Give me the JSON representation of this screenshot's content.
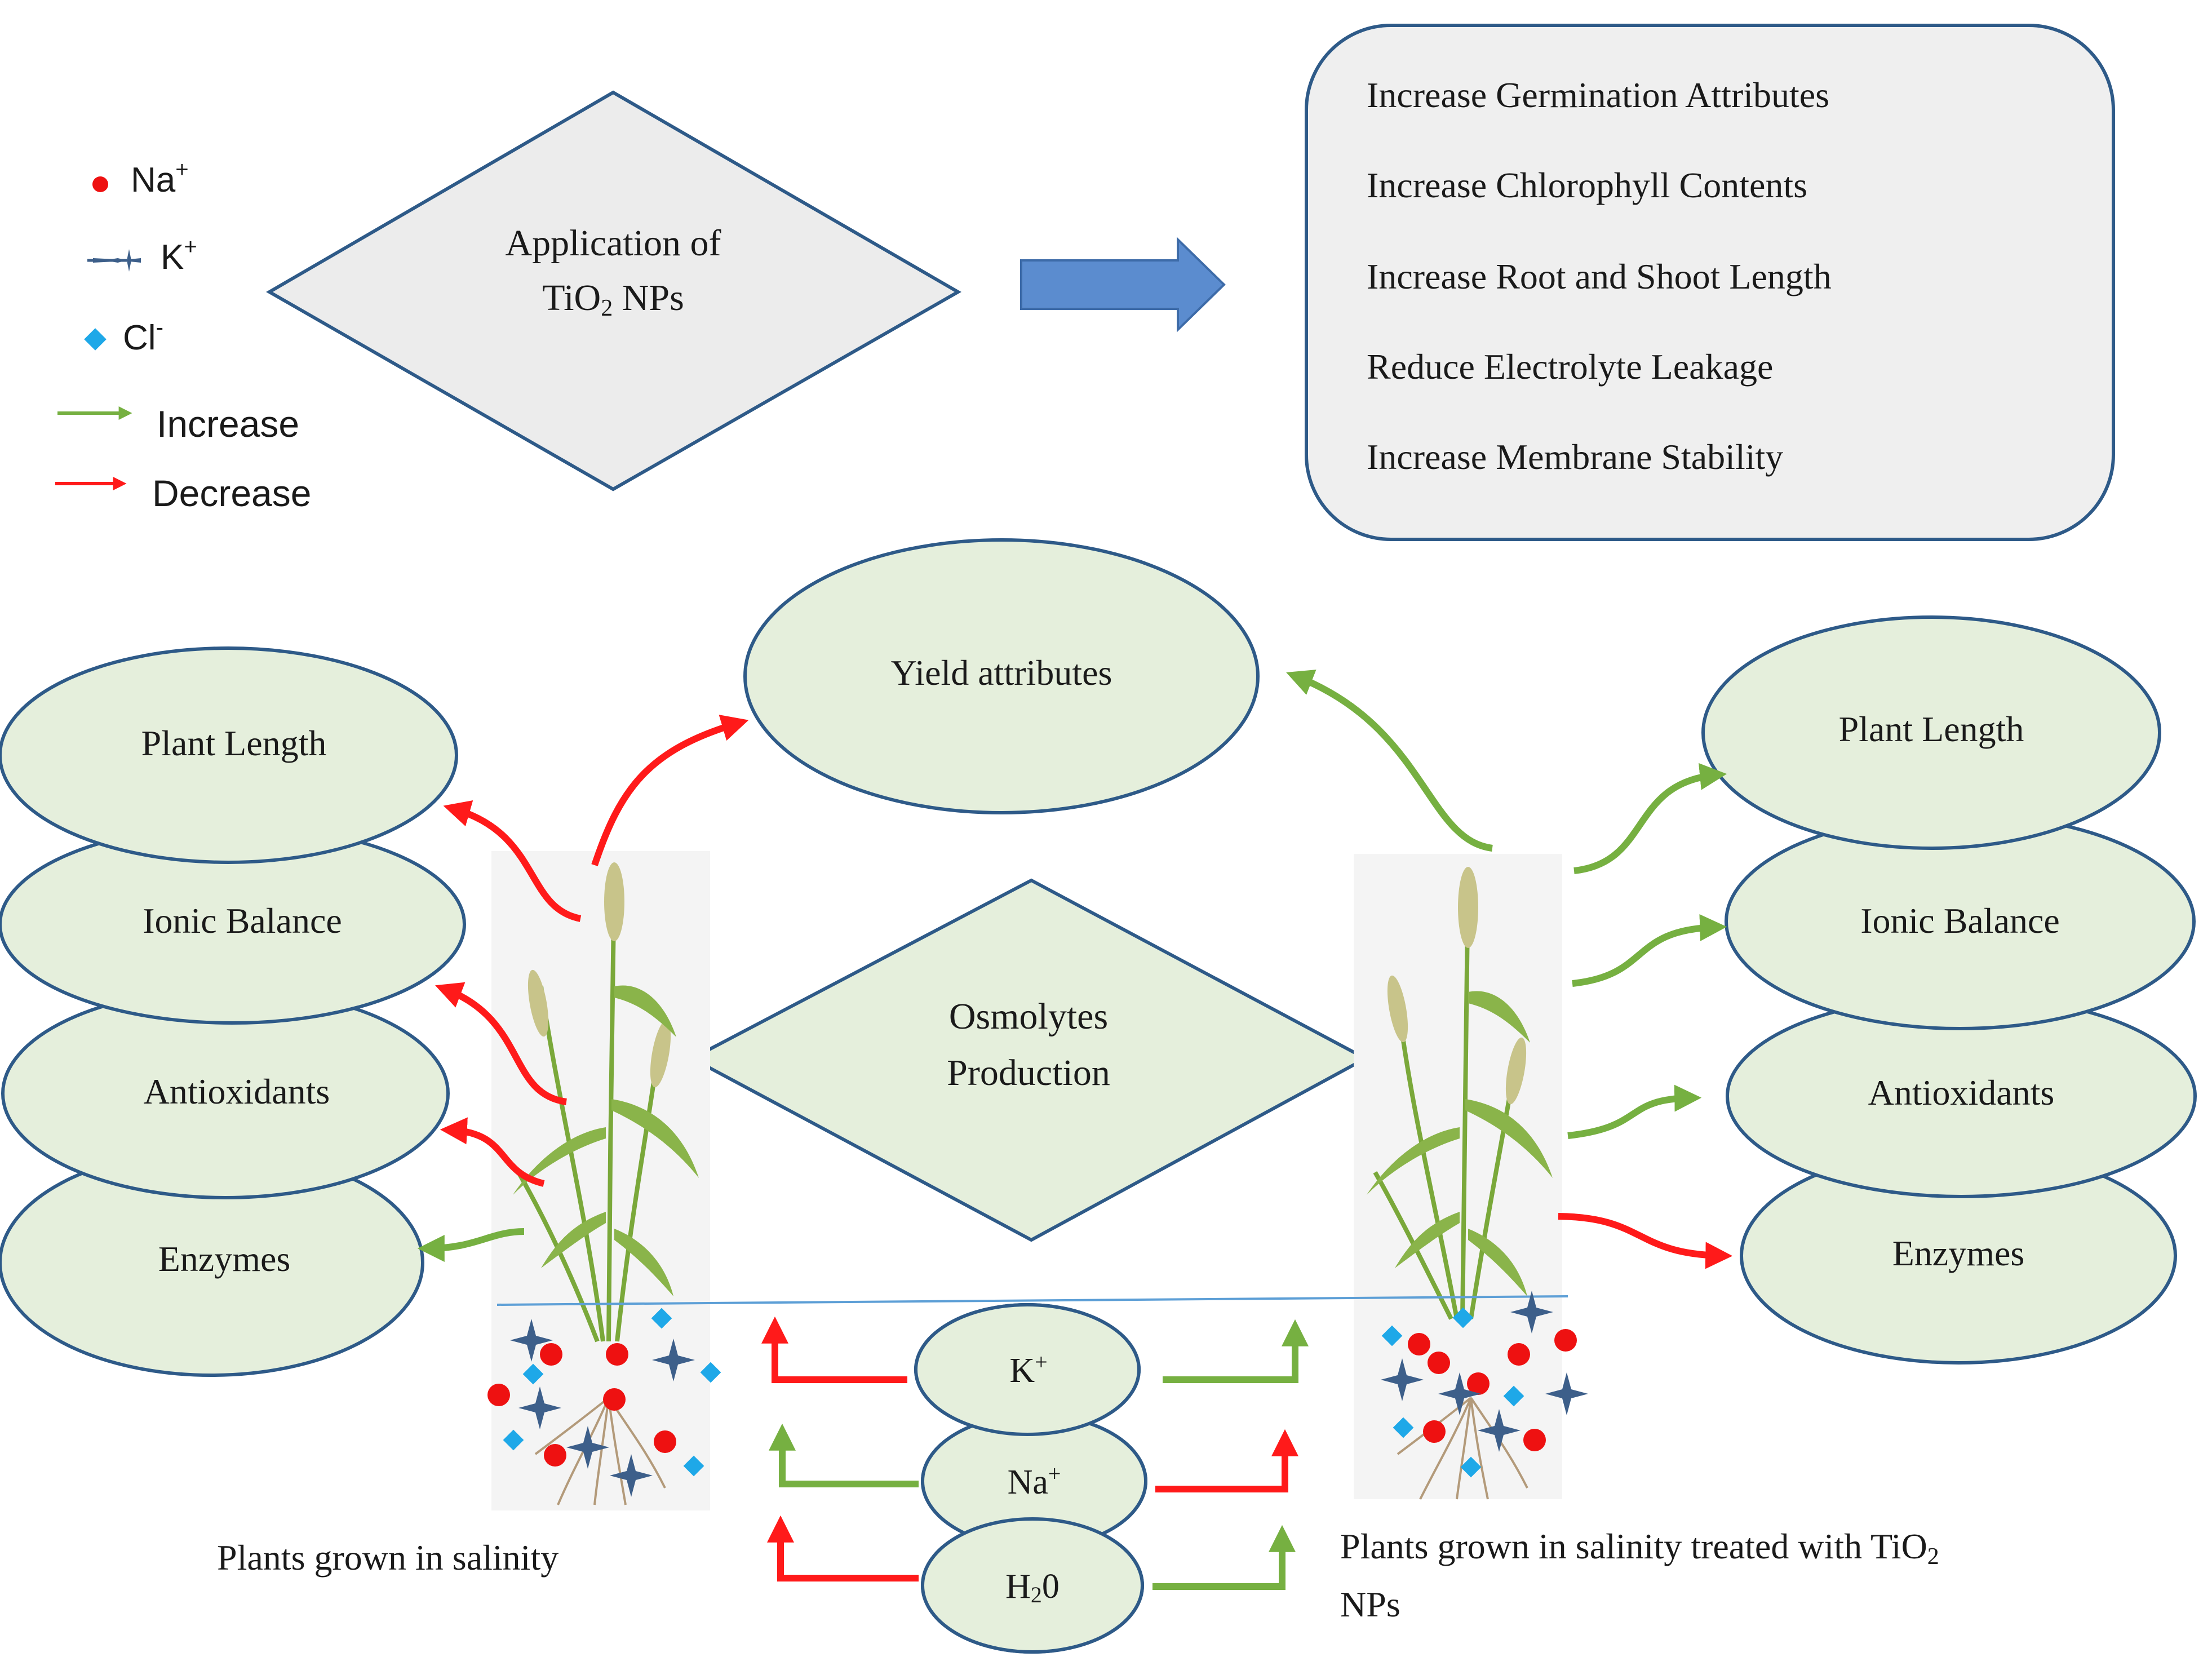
{
  "legend": {
    "na_label": "Na",
    "na_sup": "+",
    "k_label": "K",
    "k_sup": "+",
    "cl_label": "Cl",
    "cl_sup": "-",
    "increase_label": "Increase",
    "decrease_label": "Decrease",
    "colors": {
      "na": "#ee1111",
      "k": "#3d5f8a",
      "cl": "#1ea8e8",
      "increase": "#76b041",
      "decrease": "#ff1a1a"
    }
  },
  "application": {
    "line1": "Application of",
    "line2_prefix": "TiO",
    "line2_sub": "2",
    "line2_suffix": " NPs"
  },
  "effects_box": {
    "items": [
      "Increase Germination Attributes",
      "Increase Chlorophyll Contents",
      "Increase Root and Shoot Length",
      "Reduce Electrolyte Leakage",
      "Increase Membrane Stability"
    ]
  },
  "yield": {
    "label": "Yield attributes"
  },
  "osmolytes": {
    "line1": "Osmolytes",
    "line2": "Production"
  },
  "left_ovals": [
    "Plant Length",
    "Ionic Balance",
    "Antioxidants",
    "Enzymes"
  ],
  "right_ovals": [
    "Plant Length",
    "Ionic Balance",
    "Antioxidants",
    "Enzymes"
  ],
  "ions": {
    "k": {
      "base": "K",
      "sup": "+"
    },
    "na": {
      "base": "Na",
      "sup": "+"
    },
    "h2o": {
      "base": "H",
      "sub": "2",
      "tail": "0"
    }
  },
  "captions": {
    "left": "Plants grown in salinity",
    "right_line1_prefix": "Plants grown in salinity treated with TiO",
    "right_line1_sub": "2",
    "right_line2": "NPs"
  }
}
